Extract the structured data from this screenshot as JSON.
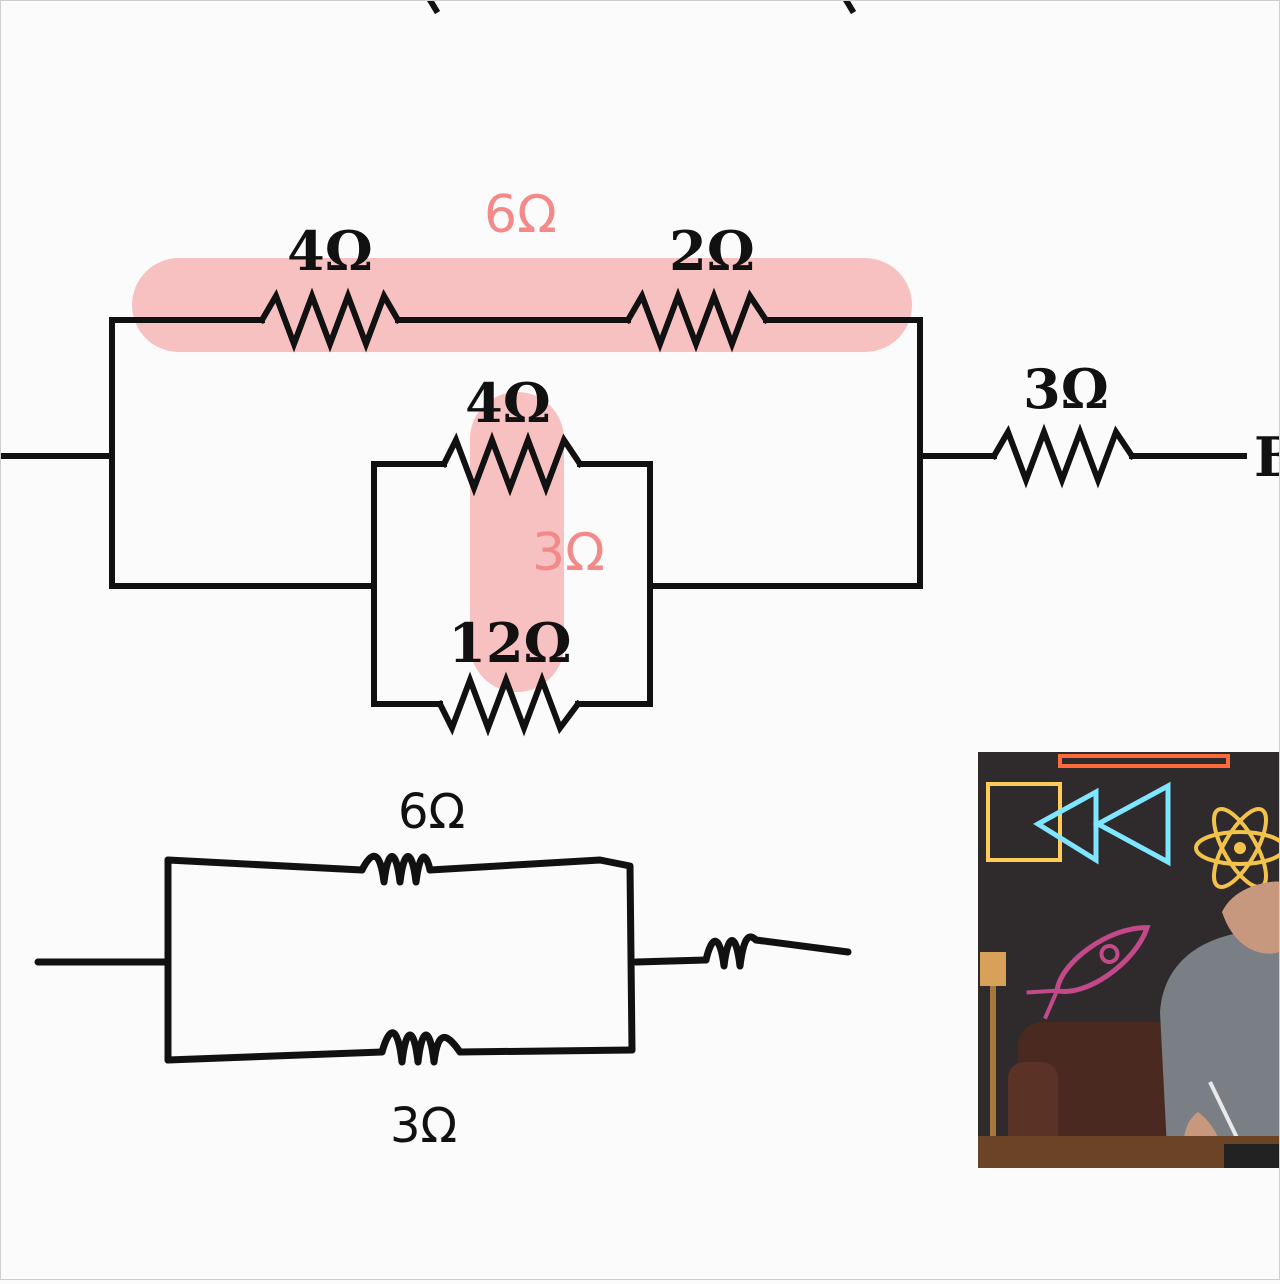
{
  "circuit_original": {
    "top_left_resistor": "4Ω",
    "top_right_resistor": "2Ω",
    "inner_top_resistor": "4Ω",
    "inner_bottom_resistor": "12Ω",
    "output_resistor": "3Ω",
    "right_edge_cut_label": "B"
  },
  "annotations": {
    "series_equivalent": "6Ω",
    "parallel_equivalent": "3Ω",
    "highlight_color": "#f7b6b6",
    "annotation_text_color": "#f28a8a"
  },
  "circuit_simplified": {
    "upper_resistor": "6Ω",
    "lower_resistor": "3Ω"
  },
  "webcam": {
    "description_icons": [
      "square-neon-icon",
      "rewind-neon-icon",
      "atom-neon-icon",
      "rocket-neon-icon"
    ]
  }
}
